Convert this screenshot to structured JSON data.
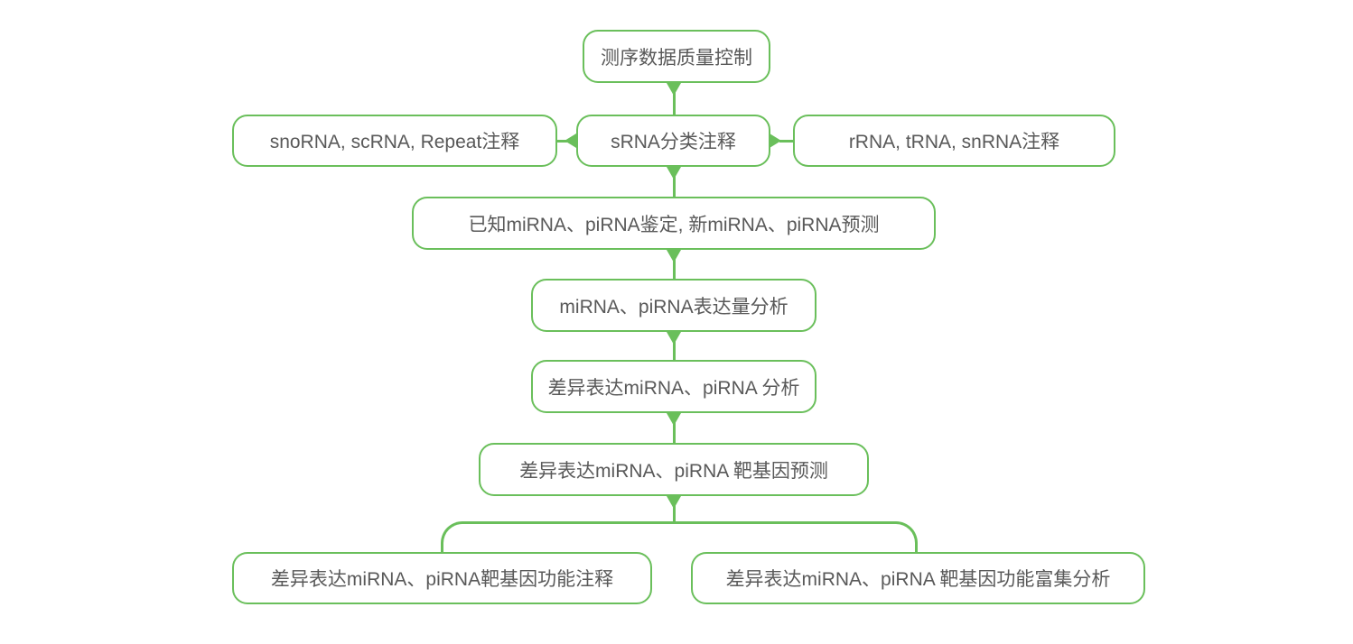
{
  "colors": {
    "accent": "#6abf5b",
    "text": "#595959",
    "background": "#ffffff"
  },
  "flowchart": {
    "title": "sRNA sequencing analysis pipeline flowchart",
    "nodes": {
      "sequencing_qc": {
        "label": "测序数据质量控制"
      },
      "snorna_scrna_repeat": {
        "label": "snoRNA, scRNA, Repeat注释"
      },
      "srna_classification": {
        "label": "sRNA分类注释"
      },
      "rrna_trna_snrna": {
        "label": "rRNA, tRNA, snRNA注释"
      },
      "mirna_pirna_identification": {
        "label": "已知miRNA、piRNA鉴定, 新miRNA、piRNA预测"
      },
      "expression_analysis": {
        "label": "miRNA、piRNA表达量分析"
      },
      "differential_expression": {
        "label": "差异表达miRNA、piRNA 分析"
      },
      "target_prediction": {
        "label": "差异表达miRNA、piRNA 靶基因预测"
      },
      "function_annotation": {
        "label": "差异表达miRNA、piRNA靶基因功能注释"
      },
      "function_enrichment": {
        "label": "差异表达miRNA、piRNA 靶基因功能富集分析"
      }
    },
    "edges": [
      {
        "from": "sequencing_qc",
        "to": "srna_classification"
      },
      {
        "from": "srna_classification",
        "to": "snorna_scrna_repeat"
      },
      {
        "from": "srna_classification",
        "to": "rrna_trna_snrna"
      },
      {
        "from": "srna_classification",
        "to": "mirna_pirna_identification"
      },
      {
        "from": "mirna_pirna_identification",
        "to": "expression_analysis"
      },
      {
        "from": "expression_analysis",
        "to": "differential_expression"
      },
      {
        "from": "differential_expression",
        "to": "target_prediction"
      },
      {
        "from": "target_prediction",
        "to": "function_annotation"
      },
      {
        "from": "target_prediction",
        "to": "function_enrichment"
      }
    ]
  }
}
